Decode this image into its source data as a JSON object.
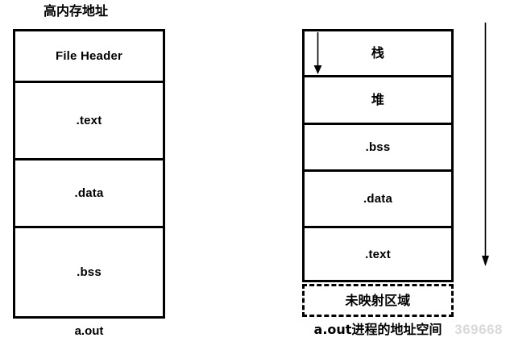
{
  "diagram": {
    "title": "a.out file layout and a.out process address space",
    "file_image": {
      "caption": "a.out",
      "segments": [
        {
          "label": "File Header",
          "script": "latin"
        },
        {
          "label": ".text",
          "script": "latin"
        },
        {
          "label": ".data",
          "script": "latin"
        },
        {
          "label": ".bss",
          "script": "latin"
        }
      ]
    },
    "process_image": {
      "top_label": "高内存地址",
      "caption": "a.out进程的地址空间",
      "segments": [
        {
          "label": "栈",
          "script": "cjk"
        },
        {
          "label": "堆",
          "script": "cjk"
        },
        {
          "label": ".bss",
          "script": "latin"
        },
        {
          "label": ".data",
          "script": "latin"
        },
        {
          "label": ".text",
          "script": "latin"
        }
      ],
      "unmapped": {
        "label": "未映射区域",
        "script": "cjk"
      }
    },
    "arrows": [
      {
        "name": "stack-grow-arrow",
        "direction": "down",
        "meaning": "stack grows downward"
      },
      {
        "name": "address-decrease-arrow",
        "direction": "down",
        "meaning": "memory address decreases downward"
      }
    ],
    "colors": {
      "stroke": "#000000",
      "fill": "#ffffff",
      "text": "#000000",
      "watermark": "#d9d9d9"
    }
  },
  "watermark": {
    "text": "369668"
  }
}
